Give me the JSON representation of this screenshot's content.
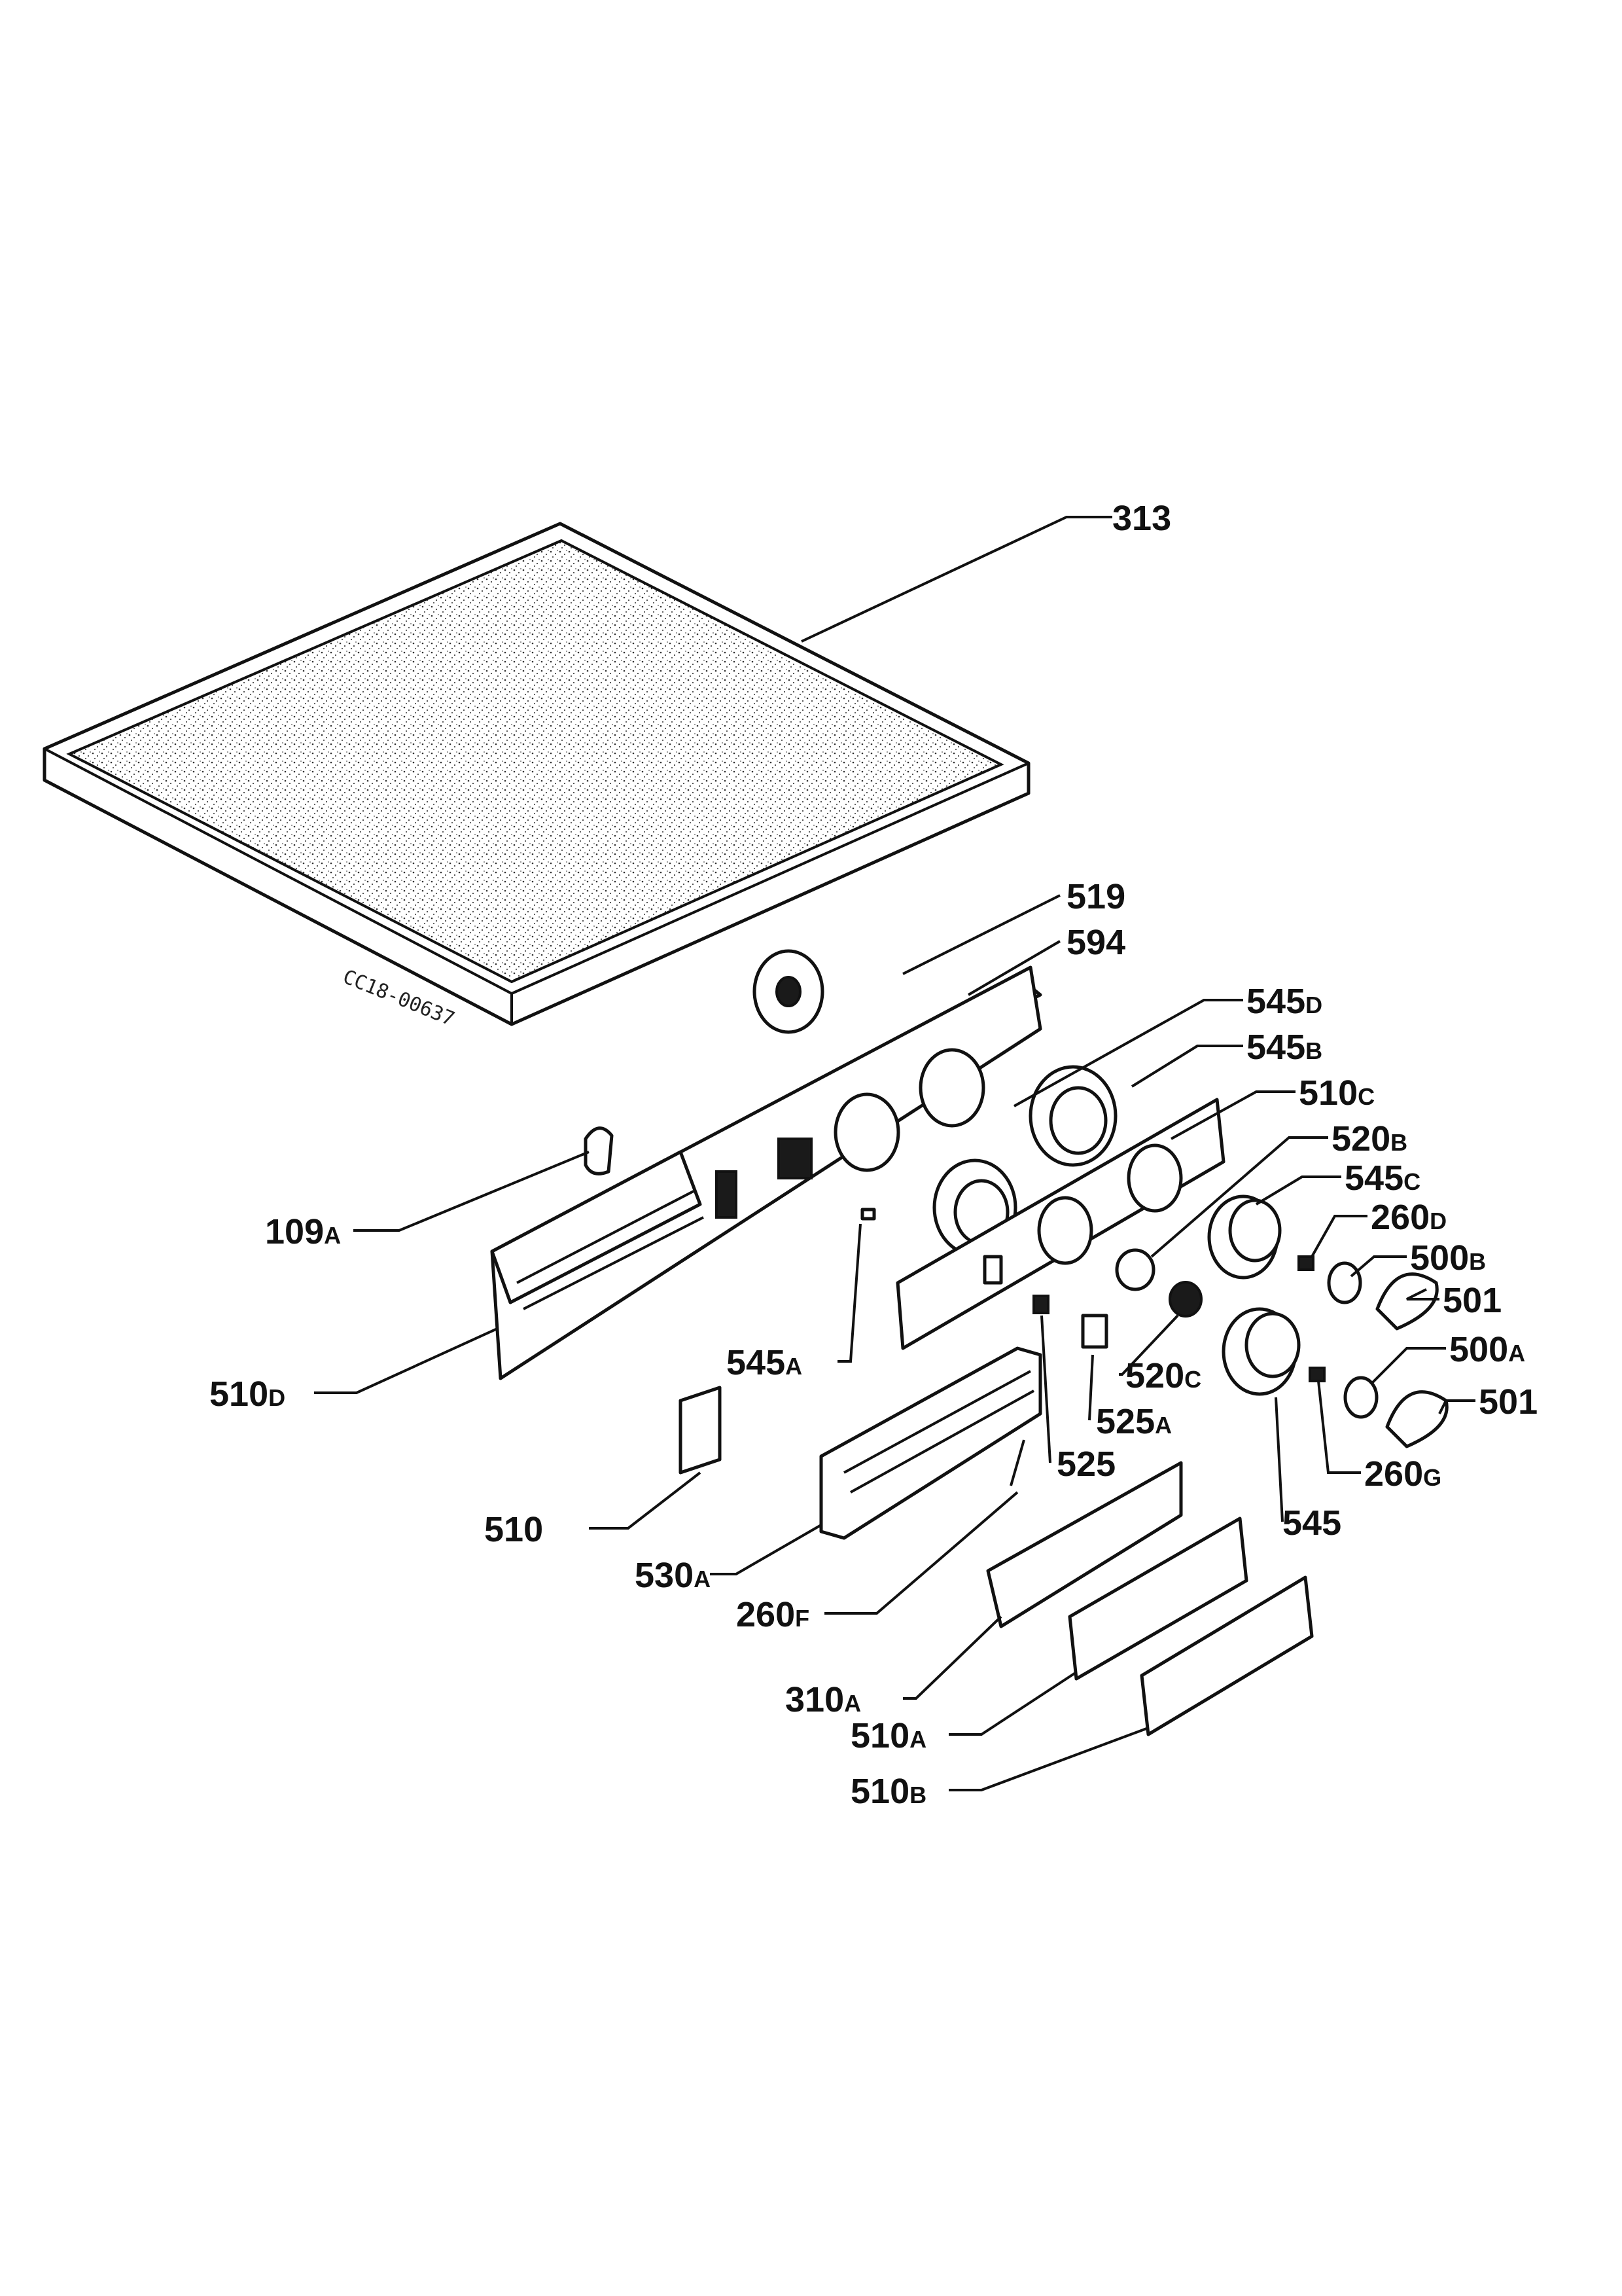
{
  "drawing_code": "CC18-00637",
  "labels": {
    "p313": {
      "num": "313",
      "sub": ""
    },
    "p519": {
      "num": "519",
      "sub": ""
    },
    "p594": {
      "num": "594",
      "sub": ""
    },
    "p545d": {
      "num": "545",
      "sub": "D"
    },
    "p545b": {
      "num": "545",
      "sub": "B"
    },
    "p510c": {
      "num": "510",
      "sub": "C"
    },
    "p520b": {
      "num": "520",
      "sub": "B"
    },
    "p545c": {
      "num": "545",
      "sub": "C"
    },
    "p260d": {
      "num": "260",
      "sub": "D"
    },
    "p500b": {
      "num": "500",
      "sub": "B"
    },
    "p501a": {
      "num": "501",
      "sub": ""
    },
    "p500a": {
      "num": "500",
      "sub": "A"
    },
    "p501b": {
      "num": "501",
      "sub": ""
    },
    "p260g": {
      "num": "260",
      "sub": "G"
    },
    "p545": {
      "num": "545",
      "sub": ""
    },
    "p109a": {
      "num": "109",
      "sub": "A"
    },
    "p510d": {
      "num": "510",
      "sub": "D"
    },
    "p545a": {
      "num": "545",
      "sub": "A"
    },
    "p520c": {
      "num": "520",
      "sub": "C"
    },
    "p525a": {
      "num": "525",
      "sub": "A"
    },
    "p525": {
      "num": "525",
      "sub": ""
    },
    "p510": {
      "num": "510",
      "sub": ""
    },
    "p530a": {
      "num": "530",
      "sub": "A"
    },
    "p260f": {
      "num": "260",
      "sub": "F"
    },
    "p310a": {
      "num": "310",
      "sub": "A"
    },
    "p510a": {
      "num": "510",
      "sub": "A"
    },
    "p510b": {
      "num": "510",
      "sub": "B"
    }
  }
}
